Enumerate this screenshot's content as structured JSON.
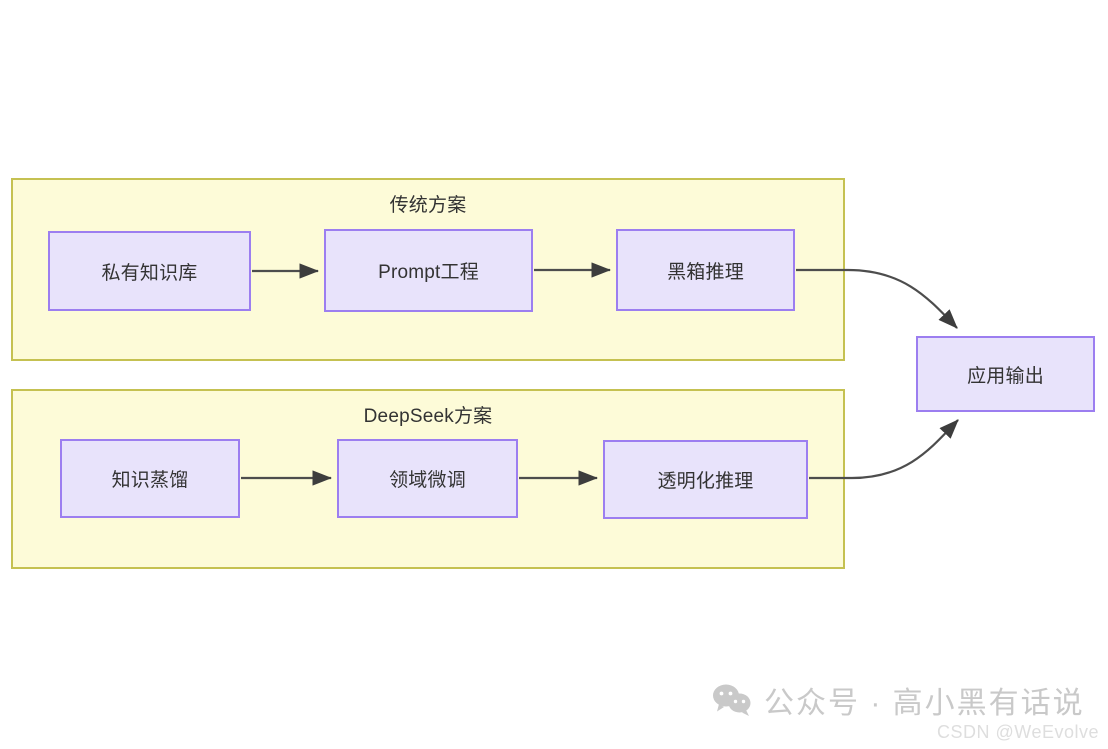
{
  "diagram": {
    "type": "flowchart",
    "background_color": "#ffffff",
    "groups": [
      {
        "id": "traditional",
        "title": "传统方案",
        "fill_color": "#fdfbd8",
        "border_color": "#c5c151",
        "nodes": [
          {
            "id": "private-kb",
            "label": "私有知识库"
          },
          {
            "id": "prompt-eng",
            "label": "Prompt工程"
          },
          {
            "id": "blackbox",
            "label": "黑箱推理"
          }
        ]
      },
      {
        "id": "deepseek",
        "title": "DeepSeek方案",
        "fill_color": "#fdfbd8",
        "border_color": "#c5c151",
        "nodes": [
          {
            "id": "distill",
            "label": "知识蒸馏"
          },
          {
            "id": "finetune",
            "label": "领域微调"
          },
          {
            "id": "transparent",
            "label": "透明化推理"
          }
        ]
      }
    ],
    "output_node": {
      "id": "app-output",
      "label": "应用输出",
      "fill_color": "#e8e3fb",
      "border_color": "#9c7ef0"
    },
    "node_style": {
      "fill_color": "#e8e3fb",
      "border_color": "#9c7ef0",
      "text_color": "#333333"
    },
    "edges": [
      {
        "from": "private-kb",
        "to": "prompt-eng",
        "style": "straight-arrow"
      },
      {
        "from": "prompt-eng",
        "to": "blackbox",
        "style": "straight-arrow"
      },
      {
        "from": "blackbox",
        "to": "app-output",
        "style": "curved-arrow"
      },
      {
        "from": "distill",
        "to": "finetune",
        "style": "straight-arrow"
      },
      {
        "from": "finetune",
        "to": "transparent",
        "style": "straight-arrow"
      },
      {
        "from": "transparent",
        "to": "app-output",
        "style": "curved-arrow"
      }
    ],
    "edge_color": "#4d4d4d"
  },
  "watermark": {
    "icon": "wechat-icon",
    "text": "公众号 · 高小黑有话说",
    "color": "#c9c9c9",
    "csdn": "CSDN @WeEvolve",
    "csdn_color": "#dedede"
  }
}
